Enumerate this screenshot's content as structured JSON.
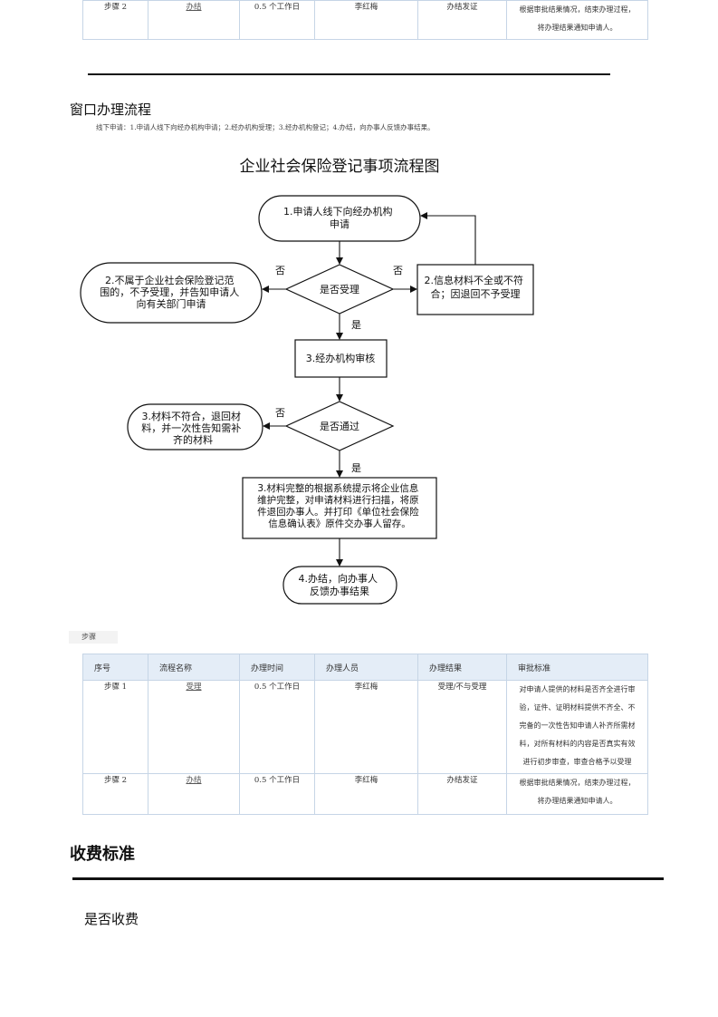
{
  "top_table": {
    "row": {
      "seq": "步骤 2",
      "name": "办结",
      "time": "0.5 个工作日",
      "person": "李红梅",
      "result": "办结发证",
      "criteria_lines": [
        "根据审批结果情况，结束办理过程，",
        "将办理结果通知申请人。"
      ]
    }
  },
  "window_process": {
    "heading": "窗口办理流程",
    "description": "线下申请：1.申请人线下向经办机构申请；2.经办机构受理；3.经办机构登记；4.办结，向办事人反馈办事结果。"
  },
  "flowchart": {
    "title": "企业社会保险登记事项流程图",
    "start_lines": [
      "1.申请人线下向经办机构",
      "申请"
    ],
    "decision1": "是否受理",
    "no_label_left": "否",
    "no_label_right": "否",
    "reject_left_lines": [
      "2.不属于企业社会保险登记范",
      "围的，不予受理，并告知申请人",
      "向有关部门申请"
    ],
    "reject_right_lines": [
      "2.信息材料不全或不符",
      "合；因退回不予受理"
    ],
    "yes_label_1": "是",
    "review": "3.经办机构审核",
    "no_label_2": "否",
    "decision2": "是否通过",
    "fail_lines": [
      "3.材料不符合，退回材",
      "料，并一次性告知需补",
      "齐的材料"
    ],
    "yes_label_2": "是",
    "complete_lines": [
      "3.材料完整的根据系统提示将企业信息",
      "维护完整，对申请材料进行扫描，将原",
      "件退回办事人。并打印《单位社会保险",
      "信息确认表》原件交办事人留存。"
    ],
    "end_lines": [
      "4.办结，向办事人",
      "反馈办事结果"
    ]
  },
  "steps_label": "步骤",
  "steps_table": {
    "headers": [
      "序号",
      "流程名称",
      "办理时间",
      "办理人员",
      "办理结果",
      "审批标准"
    ],
    "rows": [
      {
        "seq": "步骤 1",
        "name": "受理",
        "time": "0.5 个工作日",
        "person": "李红梅",
        "result": "受理/不与受理",
        "criteria_lines": [
          "对申请人提供的材料是否齐全进行审",
          "验，证件、证明材料提供不齐全、不",
          "完备的一次性告知申请人补齐所需材",
          "料，对所有材料的内容是否真实有效",
          "进行初步审查，审查合格予以受理"
        ]
      },
      {
        "seq": "步骤 2",
        "name": "办结",
        "time": "0.5 个工作日",
        "person": "李红梅",
        "result": "办结发证",
        "criteria_lines": [
          "根据审批结果情况，结束办理过程，",
          "将办理结果通知申请人。"
        ]
      }
    ]
  },
  "fee": {
    "heading": "收费标准",
    "subheading": "是否收费"
  }
}
